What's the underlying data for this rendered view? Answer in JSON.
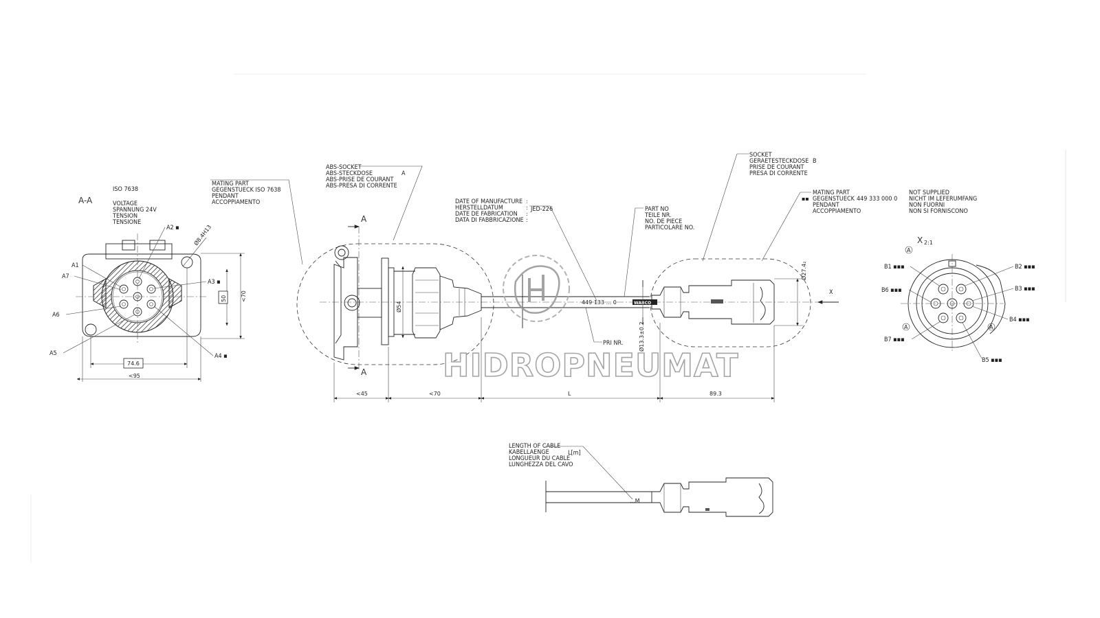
{
  "section_view": {
    "title": "A-A",
    "standard": "ISO 7638",
    "voltage": [
      "VOLTAGE",
      "SPANNUNG  24V",
      "TENSION",
      "TENSIONE"
    ],
    "pins": [
      "A1",
      "A2 ▪",
      "A3 ▪",
      "A4 ▪",
      "A5",
      "A6",
      "A7"
    ],
    "dim_hole": "Ø8.4H13",
    "dim_height_box": "50",
    "dim_height": "<70",
    "dim_width_box": "74.6",
    "dim_width": "<95"
  },
  "mating_part_left": [
    "MATING PART",
    "GEGENSTUECK     ISO 7638",
    "PENDANT",
    "ACCOPPIAMENTO"
  ],
  "abs_socket": [
    "ABS-SOCKET",
    "ABS-STECKDOSE",
    "ABS-PRISE DE COURANT",
    "ABS-PRESA DI CORRENTE"
  ],
  "abs_socket_letter": "A",
  "section_marks": [
    "A",
    "A"
  ],
  "dim_diameter_54": "Ø54",
  "date_labels": [
    "DATE OF MANUFACTURE",
    "HERSTELLDATUM",
    "DATE DE FABRICATION",
    "DATA DI FABBRICAZIONE"
  ],
  "date_value": "JED-226",
  "part_no_labels": [
    "PART NO",
    "TEILE NR.",
    "NO. DE PIECE",
    "PARTICOLARE NO."
  ],
  "cable_part_no": "449 133 ... 0",
  "brand": "WABCO",
  "pri_nr": "PRI NR.",
  "dim_cable_dia": "Ø13.3±0.2",
  "socket_b": [
    "SOCKET",
    "GERAETESTECKDOSE",
    "PRISE DE COURANT",
    "PRESA DI CORRENTE"
  ],
  "socket_b_letter": "B",
  "mating_part_right": [
    "MATING PART",
    "GEGENSTUECK",
    "PENDANT",
    "ACCOPPIAMENTO"
  ],
  "mating_part_right_marker": "▪▪",
  "mating_part_right_no": "449 333 000 0",
  "not_supplied": [
    "NOT SUPPLIED",
    "NICHT IM LEFERUMFANG",
    "NON FUORNI",
    "NON SI FORNISCONO"
  ],
  "dim_diameter_27": "Ø27.4₂",
  "view_x_arrow": "X",
  "bottom_dims": [
    "<45",
    "<70",
    "L",
    "89.3"
  ],
  "view_x": {
    "title": "X",
    "scale": "2:1",
    "marker": "A",
    "pins": [
      "B1 ▪▪▪",
      "B2 ▪▪▪",
      "B3 ▪▪▪",
      "B4 ▪▪▪",
      "B5 ▪▪▪",
      "B6 ▪▪▪",
      "B7 ▪▪▪"
    ]
  },
  "cable_length": [
    "LENGTH OF CABLE",
    "KABELLAENGE",
    "LONGUEUR DU CABLE",
    "LUNGHEZZA DEL CAVO"
  ],
  "cable_length_unit": "L[m]",
  "cable_length_marker": "...M",
  "watermark": "HIDROPNEUMAT"
}
